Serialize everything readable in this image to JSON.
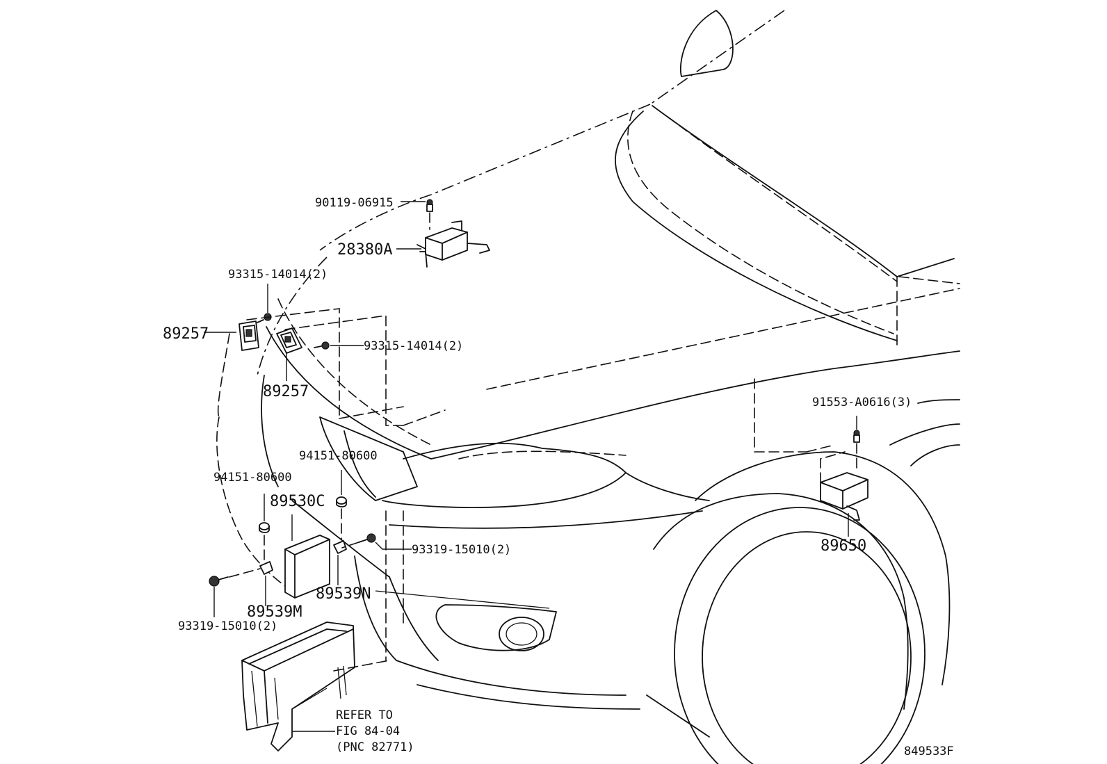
{
  "labels": {
    "p90119": "90119-06915",
    "p28380A": "28380A",
    "p93315_top": "93315-14014(2)",
    "p89257_left": "89257",
    "p93315_right": "93315-14014(2)",
    "p89257_right": "89257",
    "p94151_right": "94151-80600",
    "p94151_left": "94151-80600",
    "p89530C": "89530C",
    "p93319_right": "93319-15010(2)",
    "p89539N": "89539N",
    "p89539M": "89539M",
    "p93319_left": "93319-15010(2)",
    "p91553": "91553-A0616(3)",
    "p89650": "89650",
    "refer_line1": "REFER TO",
    "refer_line2": "FIG 84-04",
    "refer_line3": "(PNC 82771)",
    "figure_id": "849533F"
  },
  "colors": {
    "line": "#111111",
    "background": "#ffffff"
  }
}
